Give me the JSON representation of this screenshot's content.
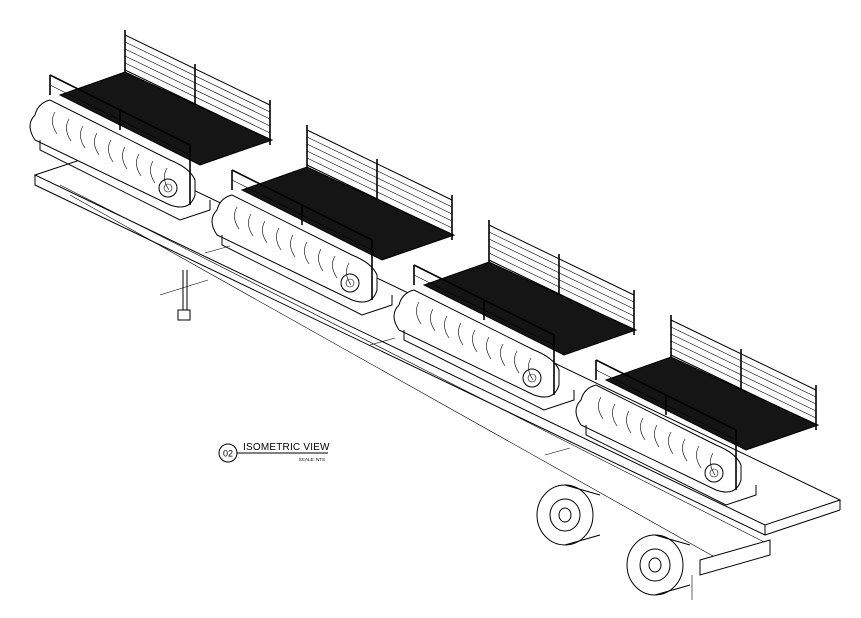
{
  "drawing": {
    "callout_number": "02",
    "title": "ISOMETRIC VIEW",
    "scale_note": "SCALE: NTS",
    "module_count": 4
  }
}
